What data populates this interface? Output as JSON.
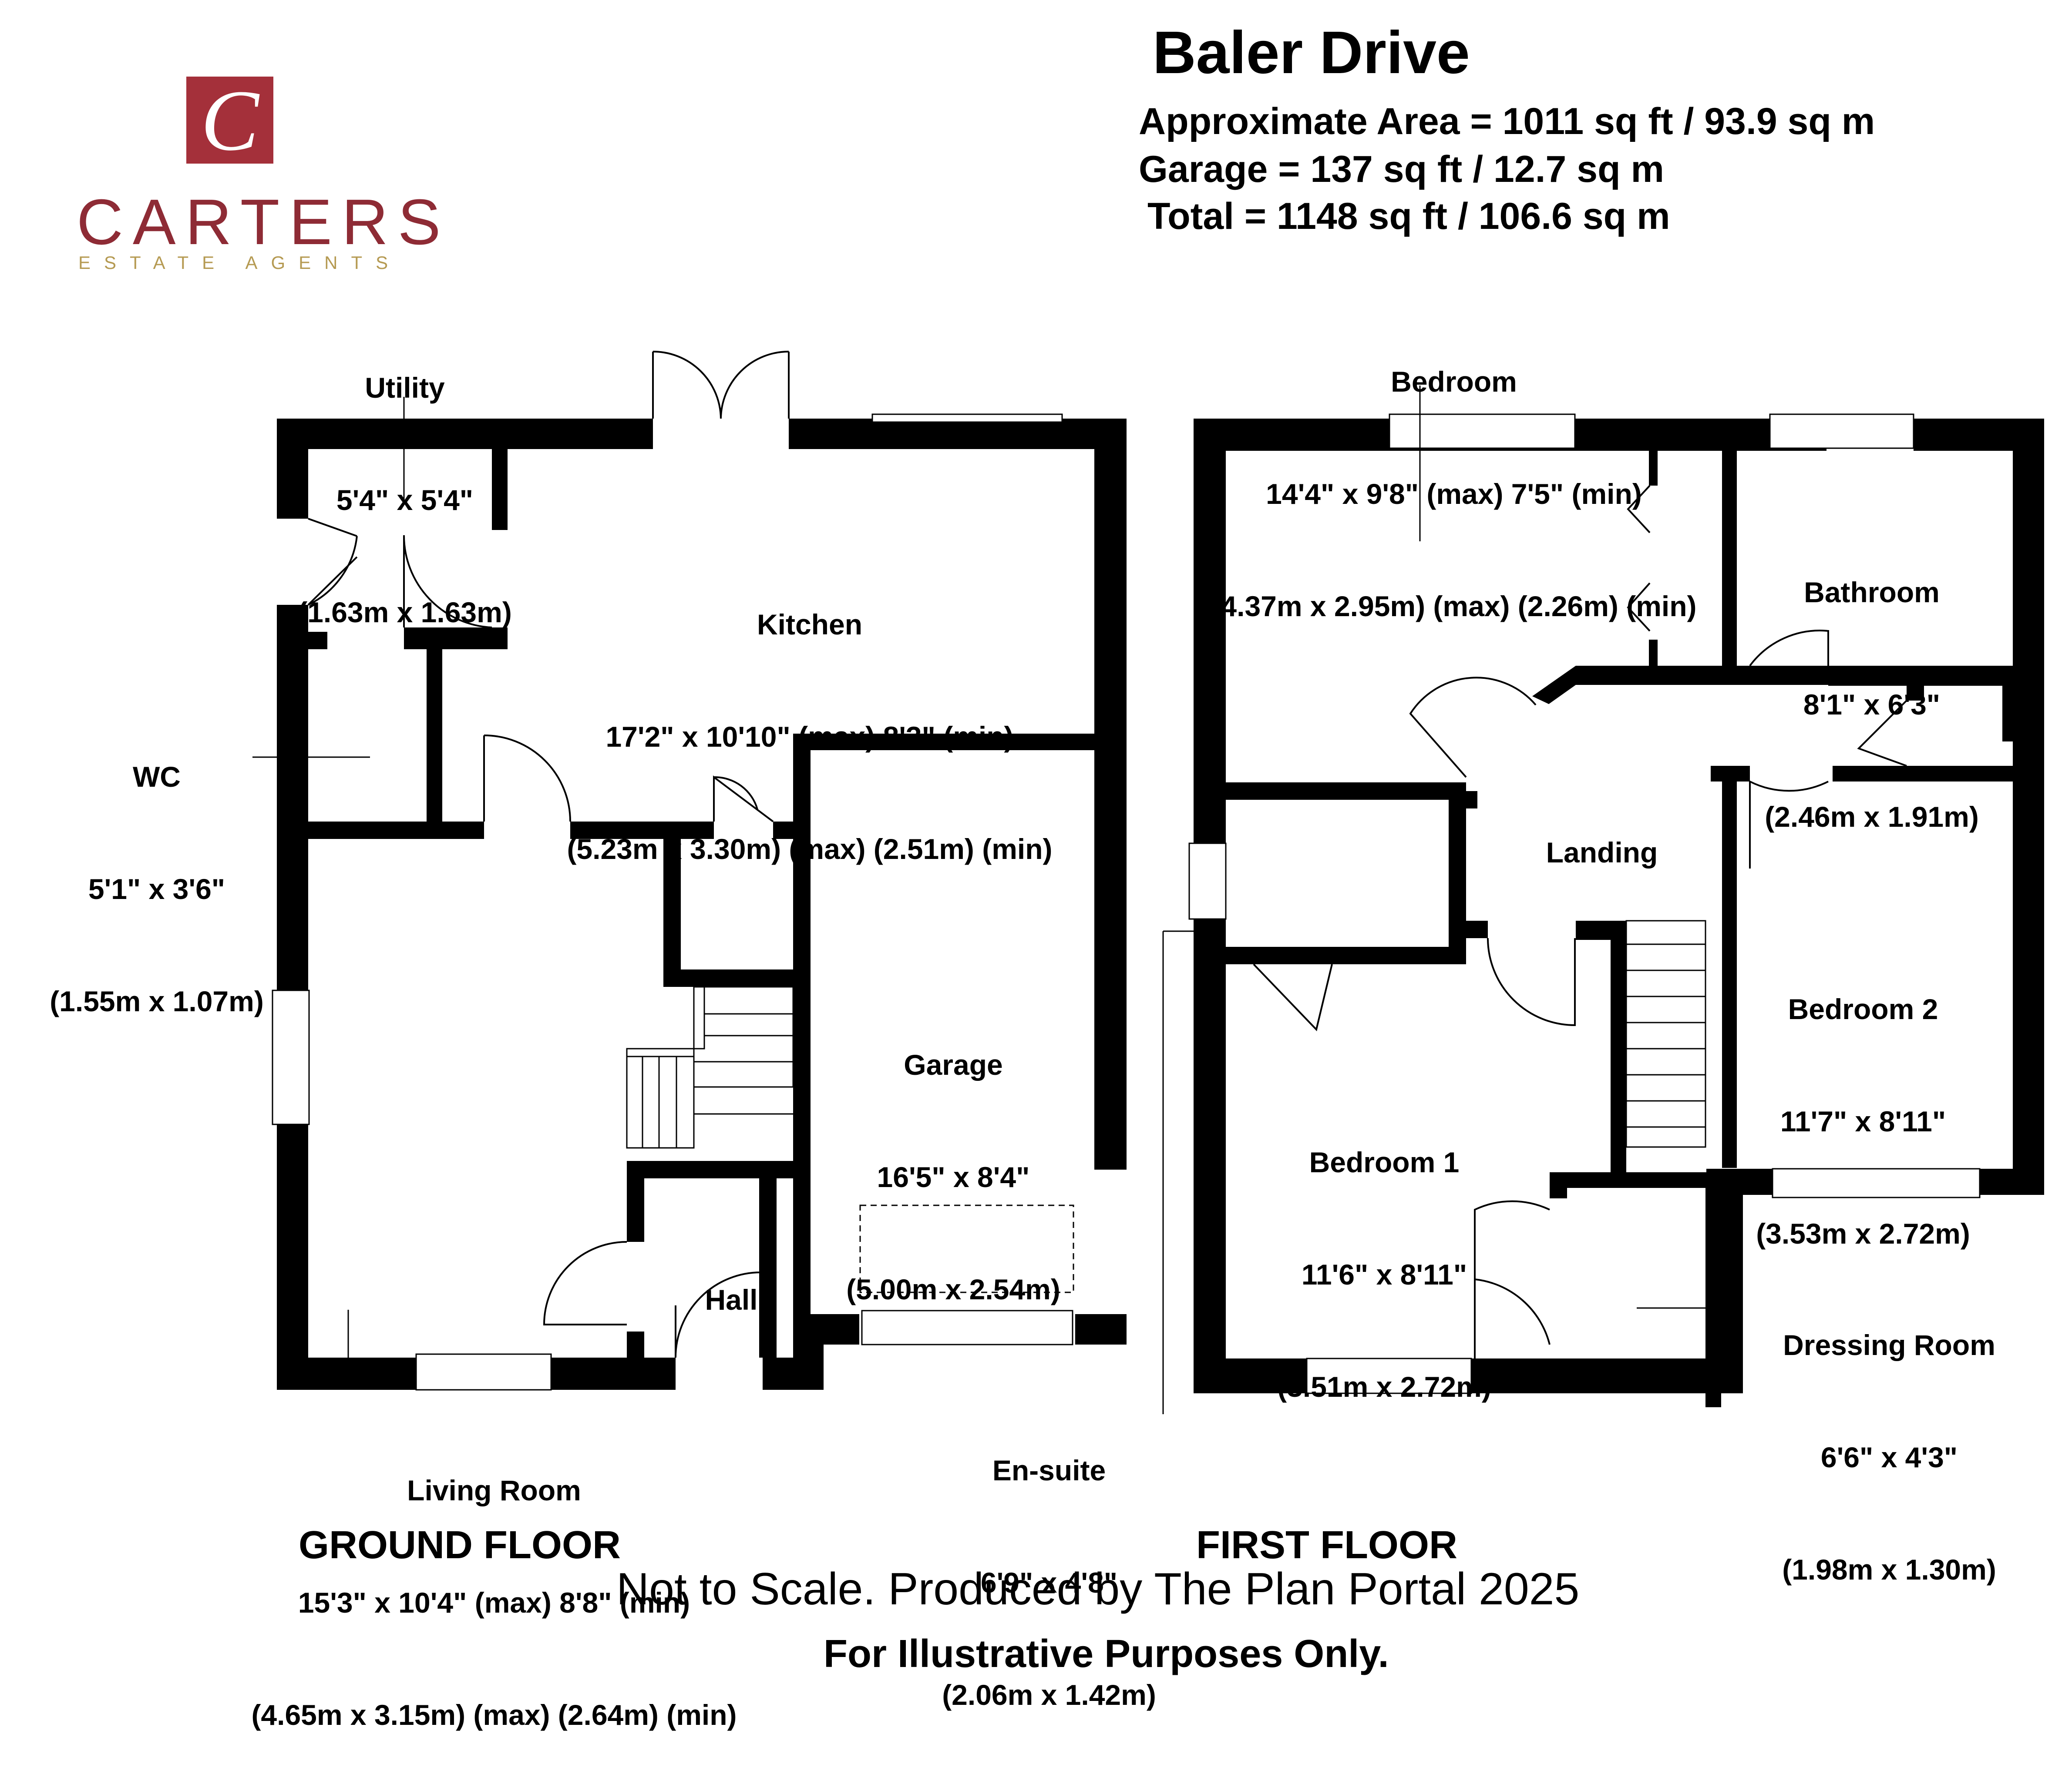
{
  "brand": {
    "logo_letter": "C",
    "name": "CARTERS",
    "tagline": "ESTATE AGENTS",
    "color": "#a4303a",
    "tagline_color": "#b59a52"
  },
  "header": {
    "title": "Baler Drive",
    "area_lines": [
      "Approximate Area = 1011 sq ft / 93.9 sq m",
      "Garage = 137 sq ft / 12.7 sq m",
      "Total = 1148 sq ft / 106.6 sq m"
    ]
  },
  "ground_floor": {
    "label": "GROUND FLOOR",
    "rooms": {
      "utility": {
        "name": "Utility",
        "imperial": "5'4\" x 5'4\"",
        "metric": "(1.63m x 1.63m)"
      },
      "kitchen": {
        "name": "Kitchen",
        "imperial": "17'2\" x 10'10\" (max) 8'3\" (min)",
        "metric": "(5.23m x 3.30m) (max) (2.51m) (min)"
      },
      "wc": {
        "name": "WC",
        "imperial": "5'1\" x 3'6\"",
        "metric": "(1.55m x 1.07m)"
      },
      "garage": {
        "name": "Garage",
        "imperial": "16'5\" x 8'4\"",
        "metric": "(5.00m x 2.54m)"
      },
      "hall": {
        "name": "Hall"
      },
      "living": {
        "name": "Living Room",
        "imperial": "15'3\" x 10'4\" (max) 8'8\" (min)",
        "metric": "(4.65m x 3.15m) (max) (2.64m) (min)"
      }
    }
  },
  "first_floor": {
    "label": "FIRST FLOOR",
    "rooms": {
      "bedroom": {
        "name": "Bedroom",
        "imperial": "14'4\" x 9'8\" (max) 7'5\" (min)",
        "metric": "(4.37m x 2.95m) (max) (2.26m) (min)"
      },
      "bathroom": {
        "name": "Bathroom",
        "imperial": "8'1\" x 6'3\"",
        "metric": "(2.46m x 1.91m)"
      },
      "landing": {
        "name": "Landing"
      },
      "bedroom2": {
        "name": "Bedroom 2",
        "imperial": "11'7\" x 8'11\"",
        "metric": "(3.53m x 2.72m)"
      },
      "bedroom1": {
        "name": "Bedroom 1",
        "imperial": "11'6\" x 8'11\"",
        "metric": "(3.51m x 2.72m)"
      },
      "dressing": {
        "name": "Dressing Room",
        "imperial": "6'6\" x 4'3\"",
        "metric": "(1.98m x 1.30m)"
      },
      "ensuite": {
        "name": "En-suite",
        "imperial": "6'9\" x 4'8\"",
        "metric": "(2.06m x 1.42m)"
      }
    }
  },
  "footer": {
    "scale_note": "Not to Scale. Produced by The Plan Portal 2025",
    "illustrative_note": "For Illustrative Purposes Only."
  }
}
